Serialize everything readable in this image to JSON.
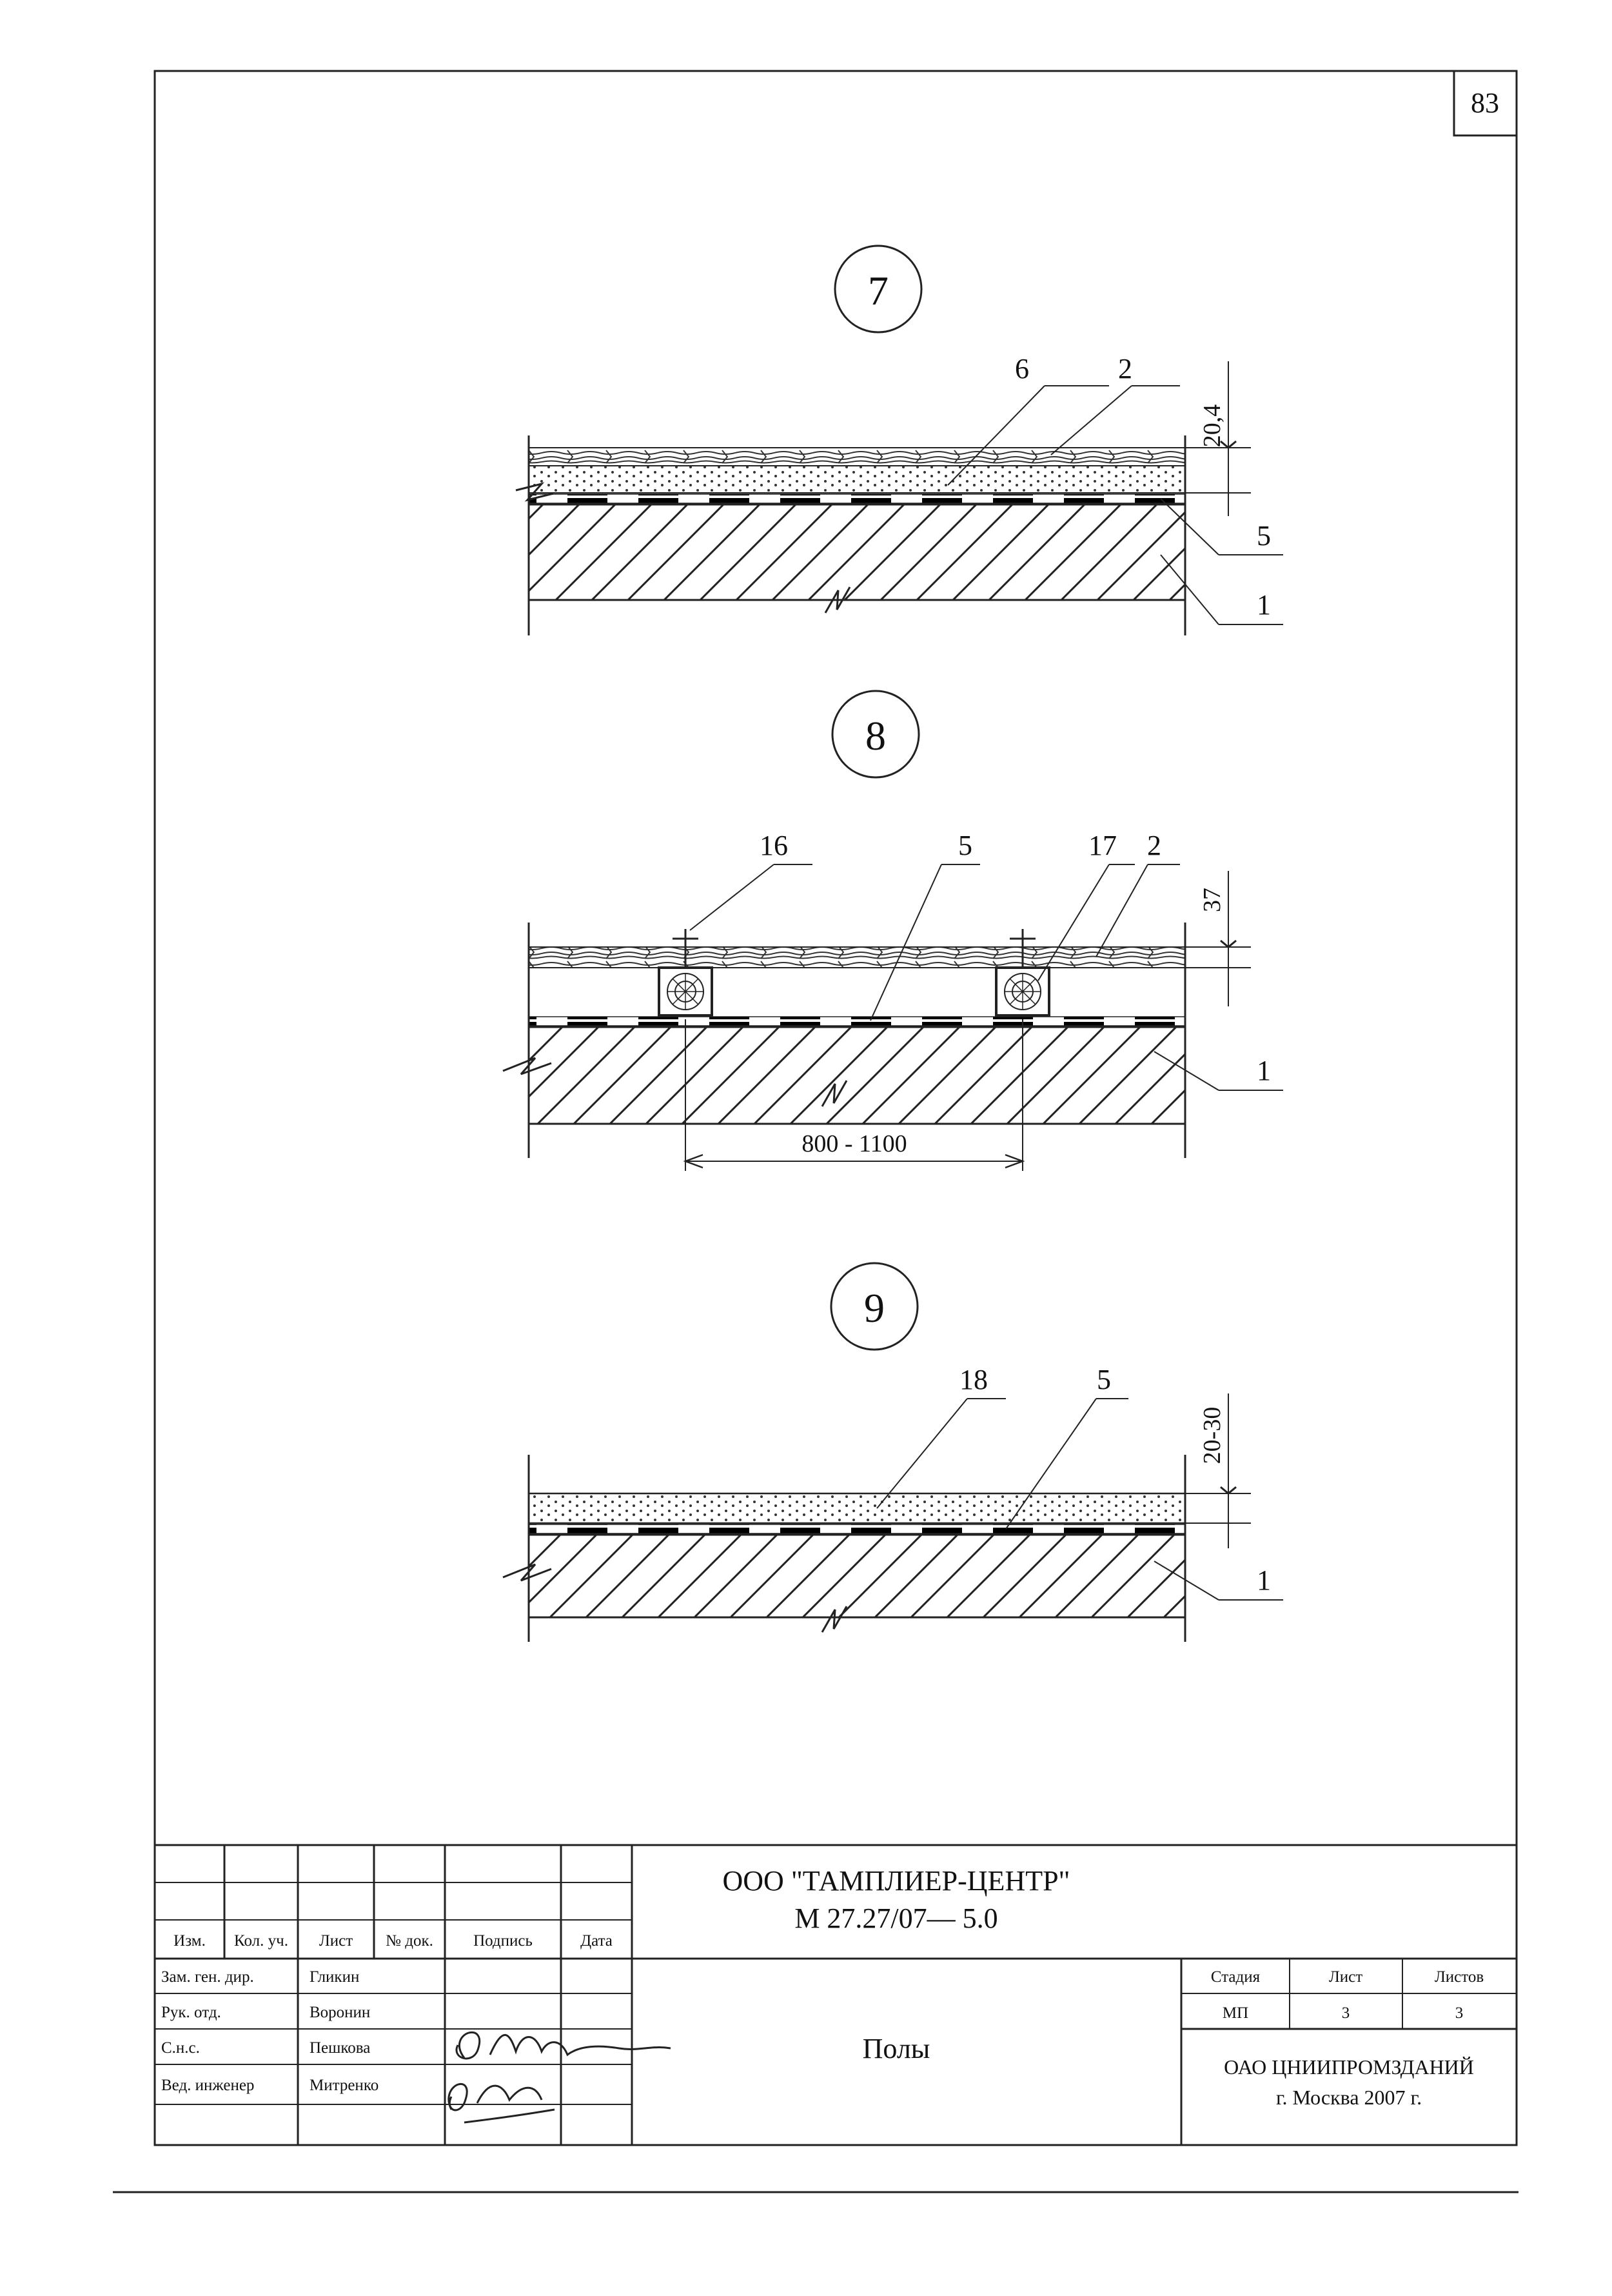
{
  "sheet_corner_number": "83",
  "sections": [
    {
      "number": "7",
      "callouts": [
        "6",
        "2",
        "5",
        "1"
      ],
      "dimension": "20,4"
    },
    {
      "number": "8",
      "callouts": [
        "16",
        "5",
        "17",
        "2",
        "1"
      ],
      "dimension": "37",
      "spacing": "800 - 1100"
    },
    {
      "number": "9",
      "callouts": [
        "18",
        "5",
        "1"
      ],
      "dimension": "20-30"
    }
  ],
  "title_block": {
    "organization": "ООО \"ТАМПЛИЕР-ЦЕНТР\"",
    "doc_code": "М 27.27/07— 5.0",
    "drawing_title": "Полы",
    "headers": [
      "Изм.",
      "Кол. уч.",
      "Лист",
      "№ док.",
      "Подпись",
      "Дата"
    ],
    "roles": [
      "Зам. ген. дир.",
      "Рук. отд.",
      "С.н.с.",
      "Вед. инженер"
    ],
    "names": [
      "Гликин",
      "Воронин",
      "Пешкова",
      "Митренко"
    ],
    "stage_header": "Стадия",
    "sheet_header": "Лист",
    "sheets_header": "Листов",
    "stage": "МП",
    "sheet": "3",
    "sheets": "3",
    "org_name": "ОАО ЦНИИПРОМЗДАНИЙ",
    "org_city": "г. Москва 2007 г."
  }
}
